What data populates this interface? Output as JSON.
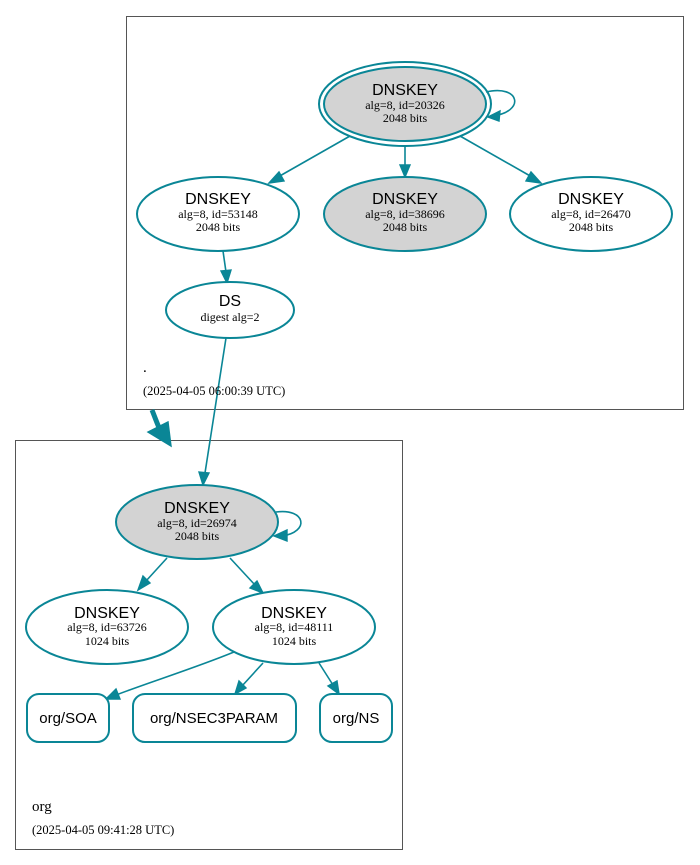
{
  "colors": {
    "edge": "#0a8696",
    "sep_fill": "#d3d3d3",
    "plain_fill": "#ffffff",
    "zone_border": "#555555"
  },
  "zones": {
    "root": {
      "label": ".",
      "timestamp": "(2025-04-05 06:00:39 UTC)",
      "nodes": {
        "ksk": {
          "type": "DNSKEY",
          "line1": "alg=8, id=20326",
          "line2": "2048 bits"
        },
        "zsk1": {
          "type": "DNSKEY",
          "line1": "alg=8, id=53148",
          "line2": "2048 bits"
        },
        "zsk2": {
          "type": "DNSKEY",
          "line1": "alg=8, id=38696",
          "line2": "2048 bits"
        },
        "zsk3": {
          "type": "DNSKEY",
          "line1": "alg=8, id=26470",
          "line2": "2048 bits"
        },
        "ds": {
          "type": "DS",
          "line1": "digest alg=2"
        }
      }
    },
    "org": {
      "label": "org",
      "timestamp": "(2025-04-05 09:41:28 UTC)",
      "nodes": {
        "ksk": {
          "type": "DNSKEY",
          "line1": "alg=8, id=26974",
          "line2": "2048 bits"
        },
        "zsk1": {
          "type": "DNSKEY",
          "line1": "alg=8, id=63726",
          "line2": "1024 bits"
        },
        "zsk2": {
          "type": "DNSKEY",
          "line1": "alg=8, id=48111",
          "line2": "1024 bits"
        },
        "soa": {
          "label": "org/SOA"
        },
        "nsec3param": {
          "label": "org/NSEC3PARAM"
        },
        "ns": {
          "label": "org/NS"
        }
      }
    }
  }
}
